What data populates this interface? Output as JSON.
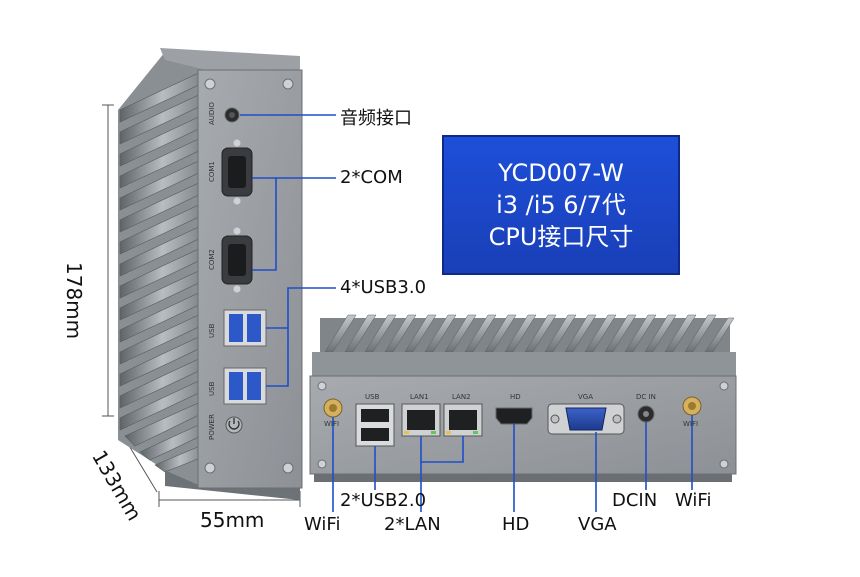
{
  "product": {
    "model": "YCD007-W",
    "cpu": "i3 /i5  6/7代",
    "subtitle": "CPU接口尺寸"
  },
  "dimensions": {
    "height": "178mm",
    "depth": "133mm",
    "width": "55mm"
  },
  "side_callouts": {
    "audio": "音频接口",
    "com": "2*COM",
    "usb3": "4*USB3.0"
  },
  "front_callouts": {
    "wifi_left": "WiFi",
    "usb2": "2*USB2.0",
    "lan": "2*LAN",
    "hd": "HD",
    "vga": "VGA",
    "dcin": "DCIN",
    "wifi_right": "WiFi"
  },
  "panel_markings": {
    "audio": "AUDIO",
    "com1": "COM1",
    "com2": "COM2",
    "usb_a": "USB",
    "usb_b": "USB",
    "power": "POWER",
    "usb_front": "USB",
    "lan1": "LAN1",
    "lan2": "LAN2",
    "hd": "HD",
    "vga": "VGA",
    "dcin": "DC IN",
    "wifi1": "WIFI",
    "wifi2": "WIFI"
  }
}
